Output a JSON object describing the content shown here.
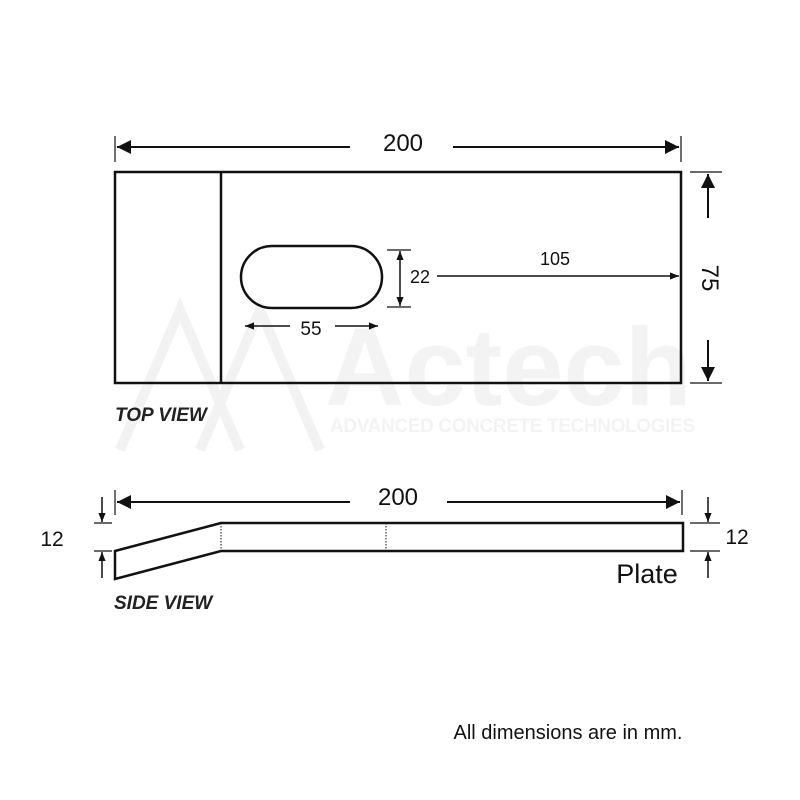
{
  "watermark": {
    "brand": "Actech",
    "tagline": "ADVANCED CONCRETE TECHNOLOGIES"
  },
  "top_view": {
    "title": "TOP VIEW",
    "length_label": "200",
    "width_label": "75",
    "slot_length_label": "55",
    "slot_width_label": "22",
    "slot_offset_label": "105"
  },
  "side_view": {
    "title": "SIDE VIEW",
    "length_label": "200",
    "left_thickness_label": "12",
    "right_thickness_label": "12",
    "part_label": "Plate"
  },
  "footer": {
    "note": "All dimensions are in mm."
  }
}
